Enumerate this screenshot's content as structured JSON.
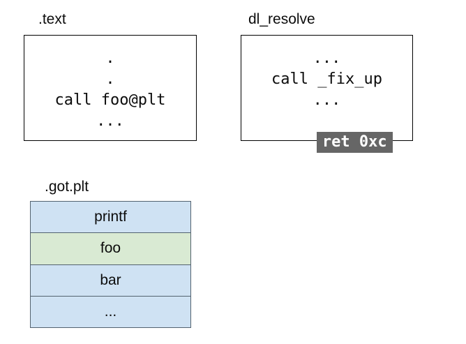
{
  "sections": {
    "text": {
      "label": ".text",
      "lines": [
        ".",
        ".",
        "call foo@plt",
        "..."
      ]
    },
    "dl_resolve": {
      "label": "dl_resolve",
      "lines": [
        "...",
        "call _fix_up",
        "...",
        "ret 0xc"
      ]
    },
    "got_plt": {
      "label": ".got.plt",
      "rows": [
        {
          "label": "printf",
          "bg": "#cfe2f3"
        },
        {
          "label": "foo",
          "bg": "#d9ead3"
        },
        {
          "label": "bar",
          "bg": "#cfe2f3"
        },
        {
          "label": "...",
          "bg": "#cfe2f3"
        }
      ]
    }
  },
  "colors": {
    "background": "#ffffff",
    "box_border": "#000000",
    "table_border": "#53626f",
    "highlight_bg": "#666666",
    "highlight_text": "#ffffff",
    "row_blue": "#cfe2f3",
    "row_green": "#d9ead3"
  }
}
